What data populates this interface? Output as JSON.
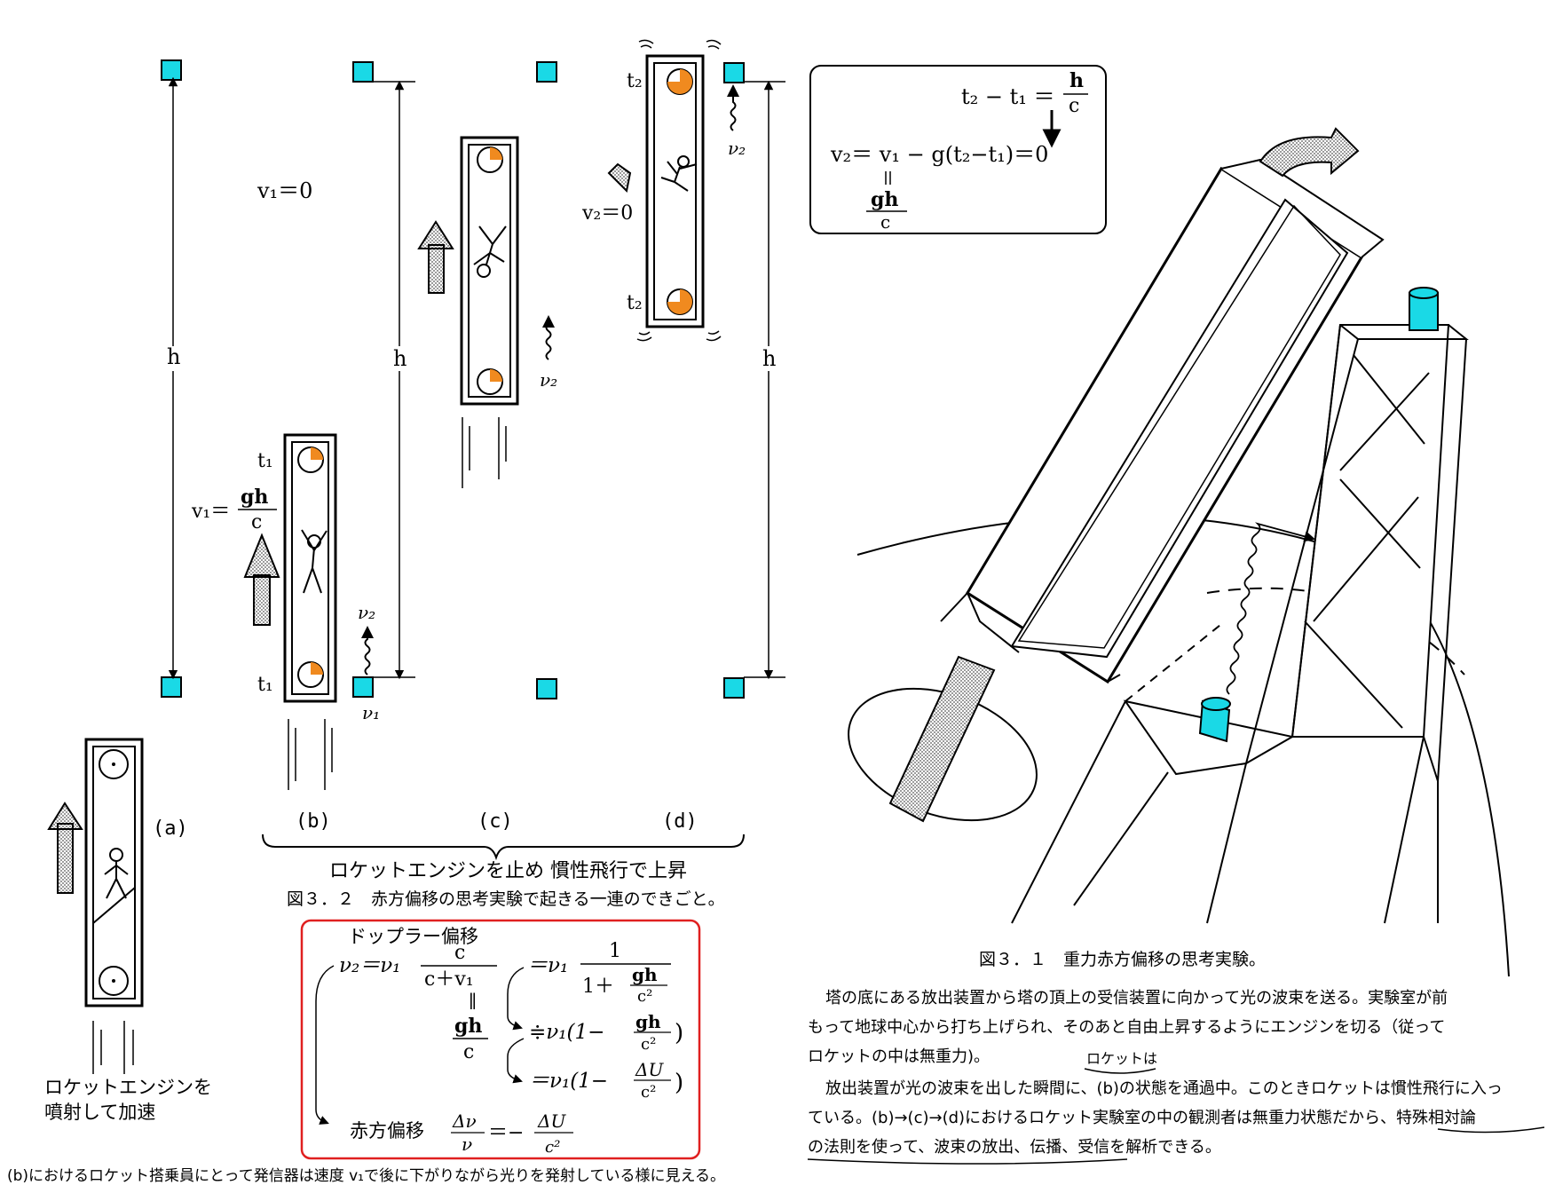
{
  "fig32": {
    "labels": {
      "a": "(a)",
      "b": "(b)",
      "c": "(c)",
      "d": "(d)"
    },
    "h": "h",
    "v1_zero": "v₁＝0",
    "v1_eq": "v₁＝",
    "gh": "gh",
    "c": "c",
    "t1": "t₁",
    "t2": "t₂",
    "nu1": "ν₁",
    "nu2": "ν₂",
    "v2_zero": "v₂＝0",
    "brace_caption": "ロケットエンジンを止め 慣性飛行で上昇",
    "engine_caption_1": "ロケットエンジンを",
    "engine_caption_2": "噴射して加速",
    "figure_caption": "図３．２　赤方偏移の思考実験で起きる一連のできごと。",
    "bottom_note": "(b)におけるロケット搭乗員にとって発信器は速度 v₁で後に下がりながら光りを発射している様に見える。"
  },
  "doppler": {
    "title": "ドップラー偏移",
    "nu2_eq": "ν₂＝ν₁",
    "c": "c",
    "c_plus_v1": "c＋v₁",
    "eq_nu1": "＝ν₁",
    "one": "1",
    "one_plus": "1＋",
    "gh": "gh",
    "c2": "c²",
    "double_bar": "∥",
    "approx_nu1": "≑ν₁(1−",
    "eq_nu1_b": "＝ν₁(1−",
    "dU": "ΔU",
    "close": ")",
    "redshift_label": "赤方偏移",
    "dnu": "Δν",
    "nu": "ν",
    "eq_minus": "＝−"
  },
  "fig31": {
    "formula_1": "t₂ − t₁ ＝",
    "h": "h",
    "c": "c",
    "formula_2": "v₂＝ v₁ − g(t₂−t₁)＝0",
    "gh": "gh",
    "figure_caption": "図３．１　重力赤方偏移の思考実験。",
    "para_1": "塔の底にある放出装置から塔の頂上の受信装置に向かって光の波束を送る。実験室が前",
    "para_2": "もって地球中心から打ち上げられ、そのあと自由上昇するようにエンジンを切る（従って",
    "para_3": "ロケットの中は無重力)。",
    "para_annot": "ロケットは",
    "para_4": "放出装置が光の波束を出した瞬間に、(b)の状態を通過中。このときロケットは慣性飛行に入っ",
    "para_5": "ている。(b)→(c)→(d)におけるロケット実験室の中の観測者は無重力状態だから、特殊相対論",
    "para_6": "の法則を使って、波束の放出、伝播、受信を解析できる。"
  },
  "colors": {
    "cyan": "#1ad9e6",
    "orange": "#f08a1f",
    "red": "#e02020",
    "hatch": "#888888"
  }
}
